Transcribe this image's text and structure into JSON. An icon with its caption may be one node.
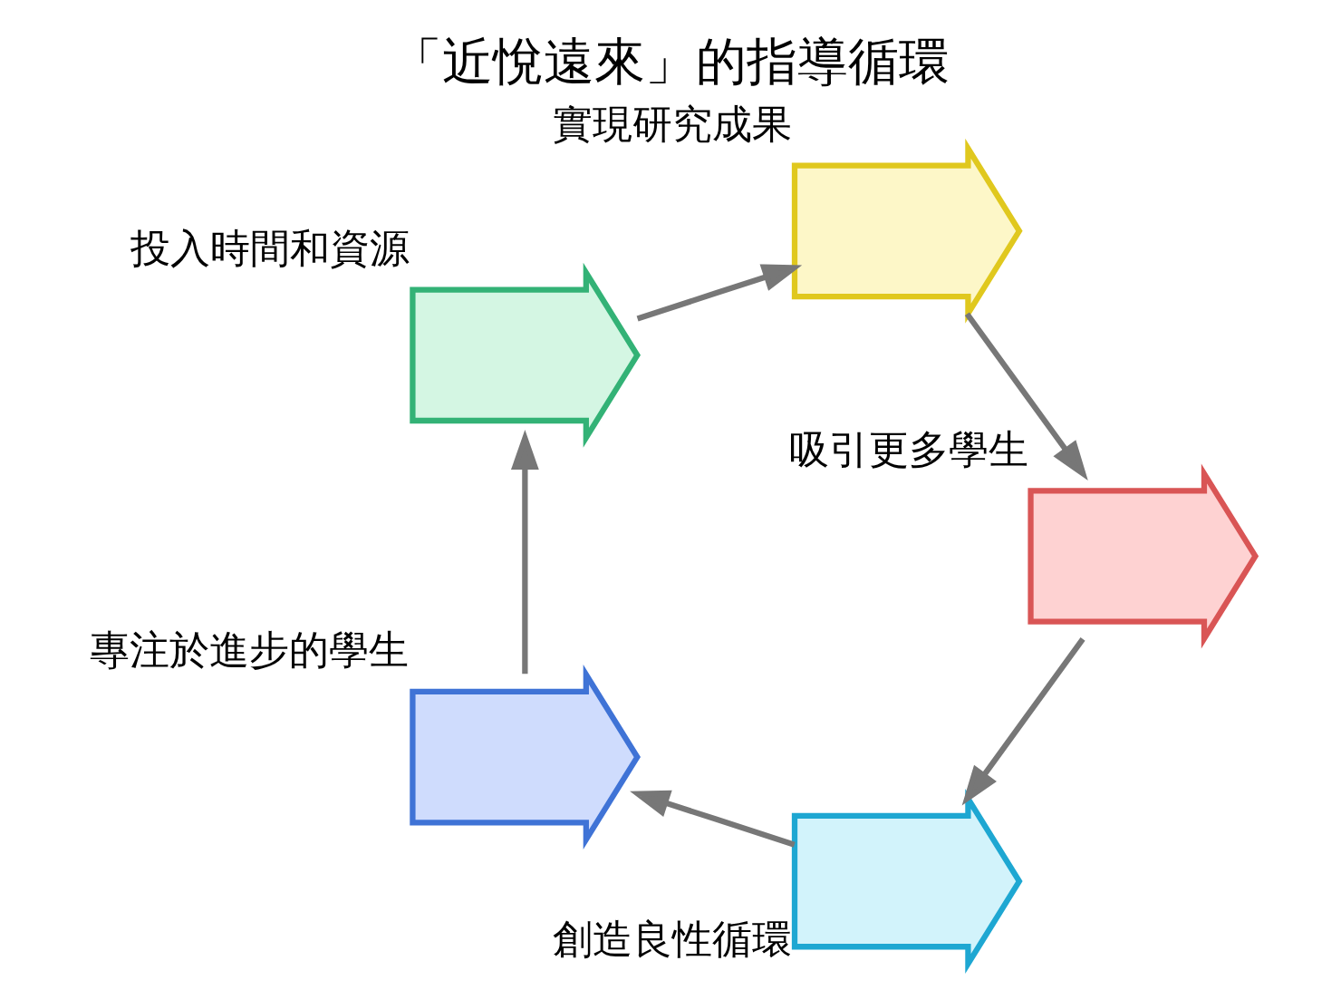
{
  "diagram": {
    "title": "「近悅遠來」的指導循環",
    "nodes": [
      {
        "text": [],
        "shape": "arrow",
        "beside": [
          "創造良性循環"
        ]
      },
      {
        "text": [],
        "shape": "arrow",
        "beside": [
          "專注於進步的學生"
        ]
      },
      {
        "text": [],
        "shape": "arrow",
        "beside": [
          "投入時間和資源"
        ]
      },
      {
        "text": [],
        "shape": "arrow",
        "beside": [
          "實現研究成果"
        ]
      },
      {
        "text": [],
        "shape": "arrow",
        "beside": [
          "吸引更多學生"
        ]
      }
    ],
    "edges": [
      {
        "from": 0,
        "to": 1,
        "arrow": "to"
      },
      {
        "from": 1,
        "to": 2,
        "arrow": "to"
      },
      {
        "from": 2,
        "to": 3,
        "arrow": "to"
      },
      {
        "from": 3,
        "to": 4,
        "arrow": "to"
      },
      {
        "from": 4,
        "to": 0,
        "arrow": "to"
      }
    ]
  }
}
